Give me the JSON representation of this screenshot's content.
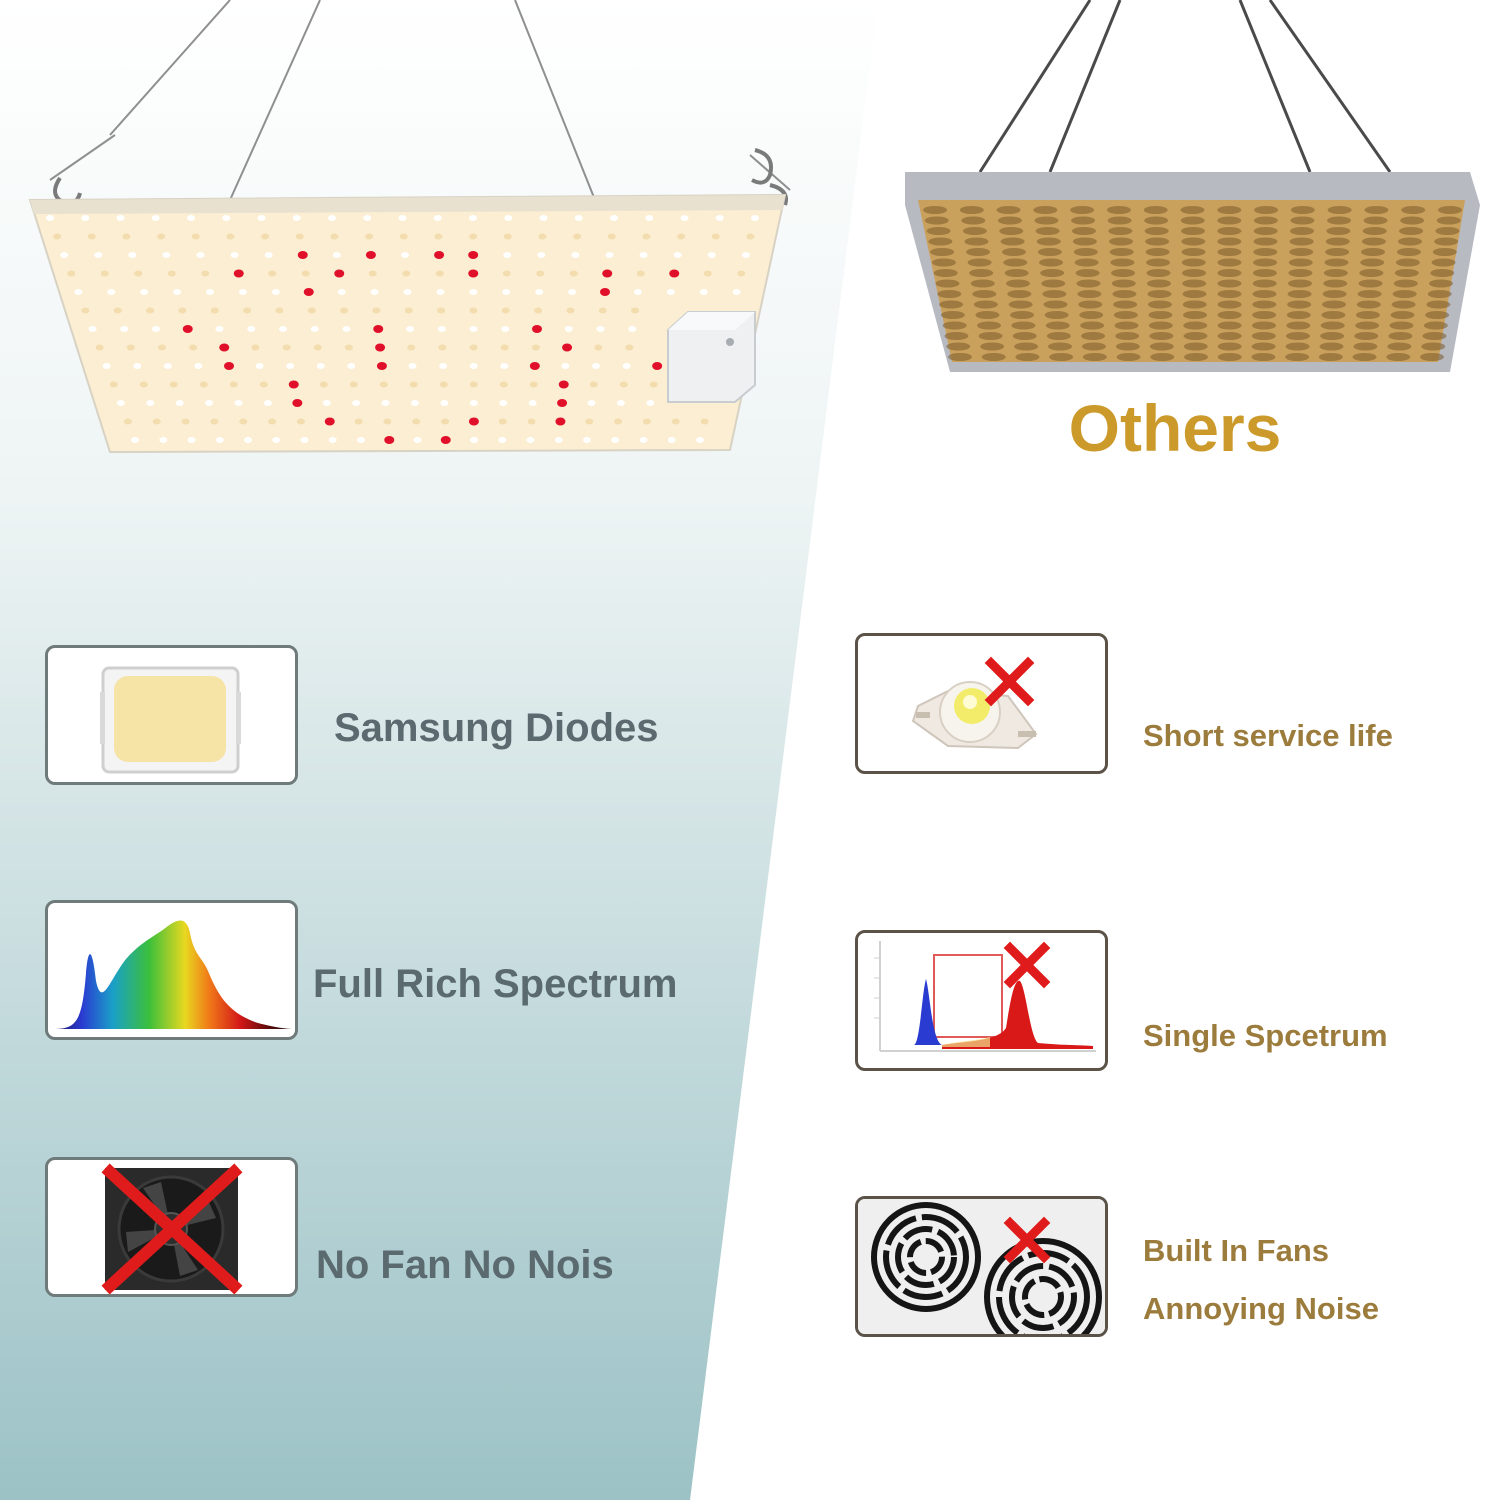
{
  "others_title": "Others",
  "left_features": [
    {
      "label": "Samsung Diodes",
      "icon": "samsung-diode-icon"
    },
    {
      "label": "Full Rich Spectrum",
      "icon": "full-spectrum-icon"
    },
    {
      "label": "No Fan No Nois",
      "icon": "no-fan-icon"
    }
  ],
  "right_features": [
    {
      "label": "Short service life",
      "icon": "old-diode-icon"
    },
    {
      "label": "Single Spcetrum",
      "icon": "single-spectrum-icon"
    },
    {
      "label": "Built In Fans",
      "label2": "Annoying Noise",
      "icon": "built-in-fans-icon"
    }
  ],
  "colors": {
    "left_gradient_top": "#ffffff",
    "left_gradient_bottom": "#9cc2c6",
    "left_text": "#5a6a6f",
    "right_text": "#9c7c3c",
    "others_title": "#cc9a2a",
    "cross": "#e01b1b"
  }
}
